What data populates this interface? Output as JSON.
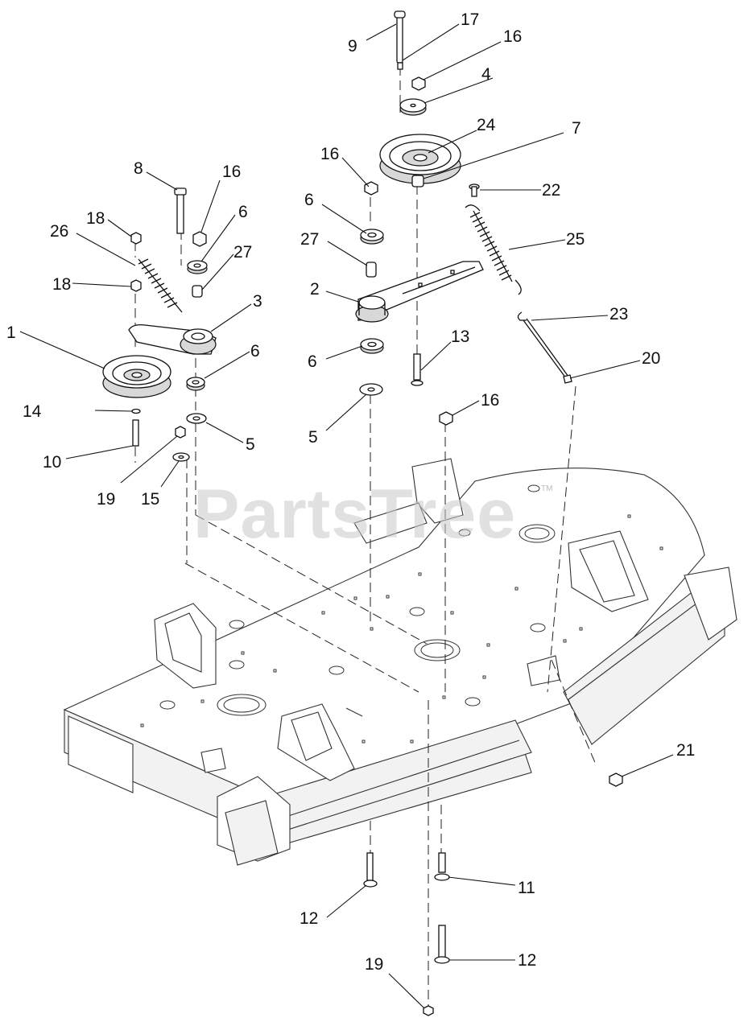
{
  "watermark": {
    "text": "PartsTree",
    "trademark": "TM"
  },
  "callouts": [
    {
      "id": "c9",
      "label": "9"
    },
    {
      "id": "c17",
      "label": "17"
    },
    {
      "id": "c16a",
      "label": "16"
    },
    {
      "id": "c4",
      "label": "4"
    },
    {
      "id": "c24",
      "label": "24"
    },
    {
      "id": "c7",
      "label": "7"
    },
    {
      "id": "c16b",
      "label": "16"
    },
    {
      "id": "c22",
      "label": "22"
    },
    {
      "id": "c6a",
      "label": "6"
    },
    {
      "id": "c27a",
      "label": "27"
    },
    {
      "id": "c25",
      "label": "25"
    },
    {
      "id": "c2",
      "label": "2"
    },
    {
      "id": "c23",
      "label": "23"
    },
    {
      "id": "c13",
      "label": "13"
    },
    {
      "id": "c6b",
      "label": "6"
    },
    {
      "id": "c20",
      "label": "20"
    },
    {
      "id": "c5a",
      "label": "5"
    },
    {
      "id": "c16c",
      "label": "16"
    },
    {
      "id": "c8",
      "label": "8"
    },
    {
      "id": "c16d",
      "label": "16"
    },
    {
      "id": "c18a",
      "label": "18"
    },
    {
      "id": "c6c",
      "label": "6"
    },
    {
      "id": "c26",
      "label": "26"
    },
    {
      "id": "c27b",
      "label": "27"
    },
    {
      "id": "c18b",
      "label": "18"
    },
    {
      "id": "c3",
      "label": "3"
    },
    {
      "id": "c1",
      "label": "1"
    },
    {
      "id": "c6d",
      "label": "6"
    },
    {
      "id": "c14",
      "label": "14"
    },
    {
      "id": "c5b",
      "label": "5"
    },
    {
      "id": "c10",
      "label": "10"
    },
    {
      "id": "c19a",
      "label": "19"
    },
    {
      "id": "c15",
      "label": "15"
    },
    {
      "id": "c21",
      "label": "21"
    },
    {
      "id": "c11",
      "label": "11"
    },
    {
      "id": "c12a",
      "label": "12"
    },
    {
      "id": "c12b",
      "label": "12"
    },
    {
      "id": "c19b",
      "label": "19"
    }
  ]
}
